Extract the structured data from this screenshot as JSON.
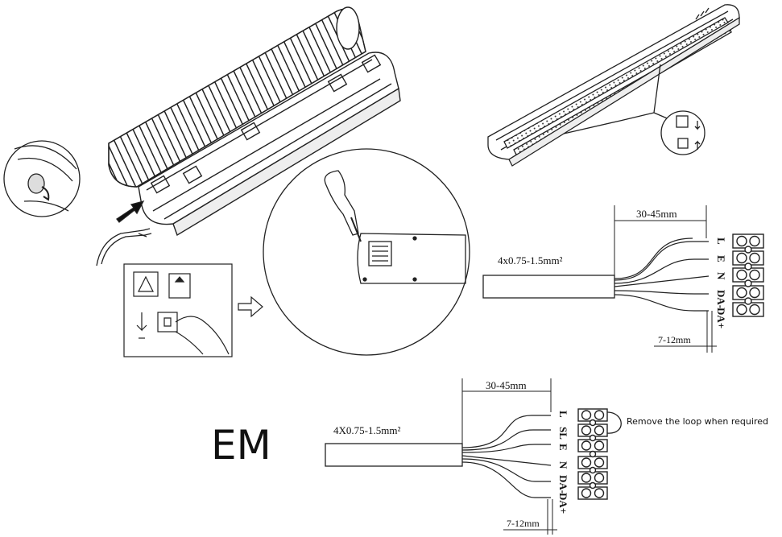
{
  "diagram_top": {
    "cable_spec": "4x0.75-1.5mm²",
    "strip_length": "30-45mm",
    "end_strip": "7-12mm",
    "terminals": [
      "L",
      "E",
      "N",
      "DA-",
      "DA+"
    ]
  },
  "diagram_bottom": {
    "cable_spec": "4X0.75-1.5mm²",
    "strip_length": "30-45mm",
    "end_strip": "7-12mm",
    "terminals": [
      "L",
      "SL",
      "E",
      "N",
      "DA-",
      "DA+"
    ],
    "loop_note": "Remove the loop when required"
  },
  "em_label": "EM"
}
